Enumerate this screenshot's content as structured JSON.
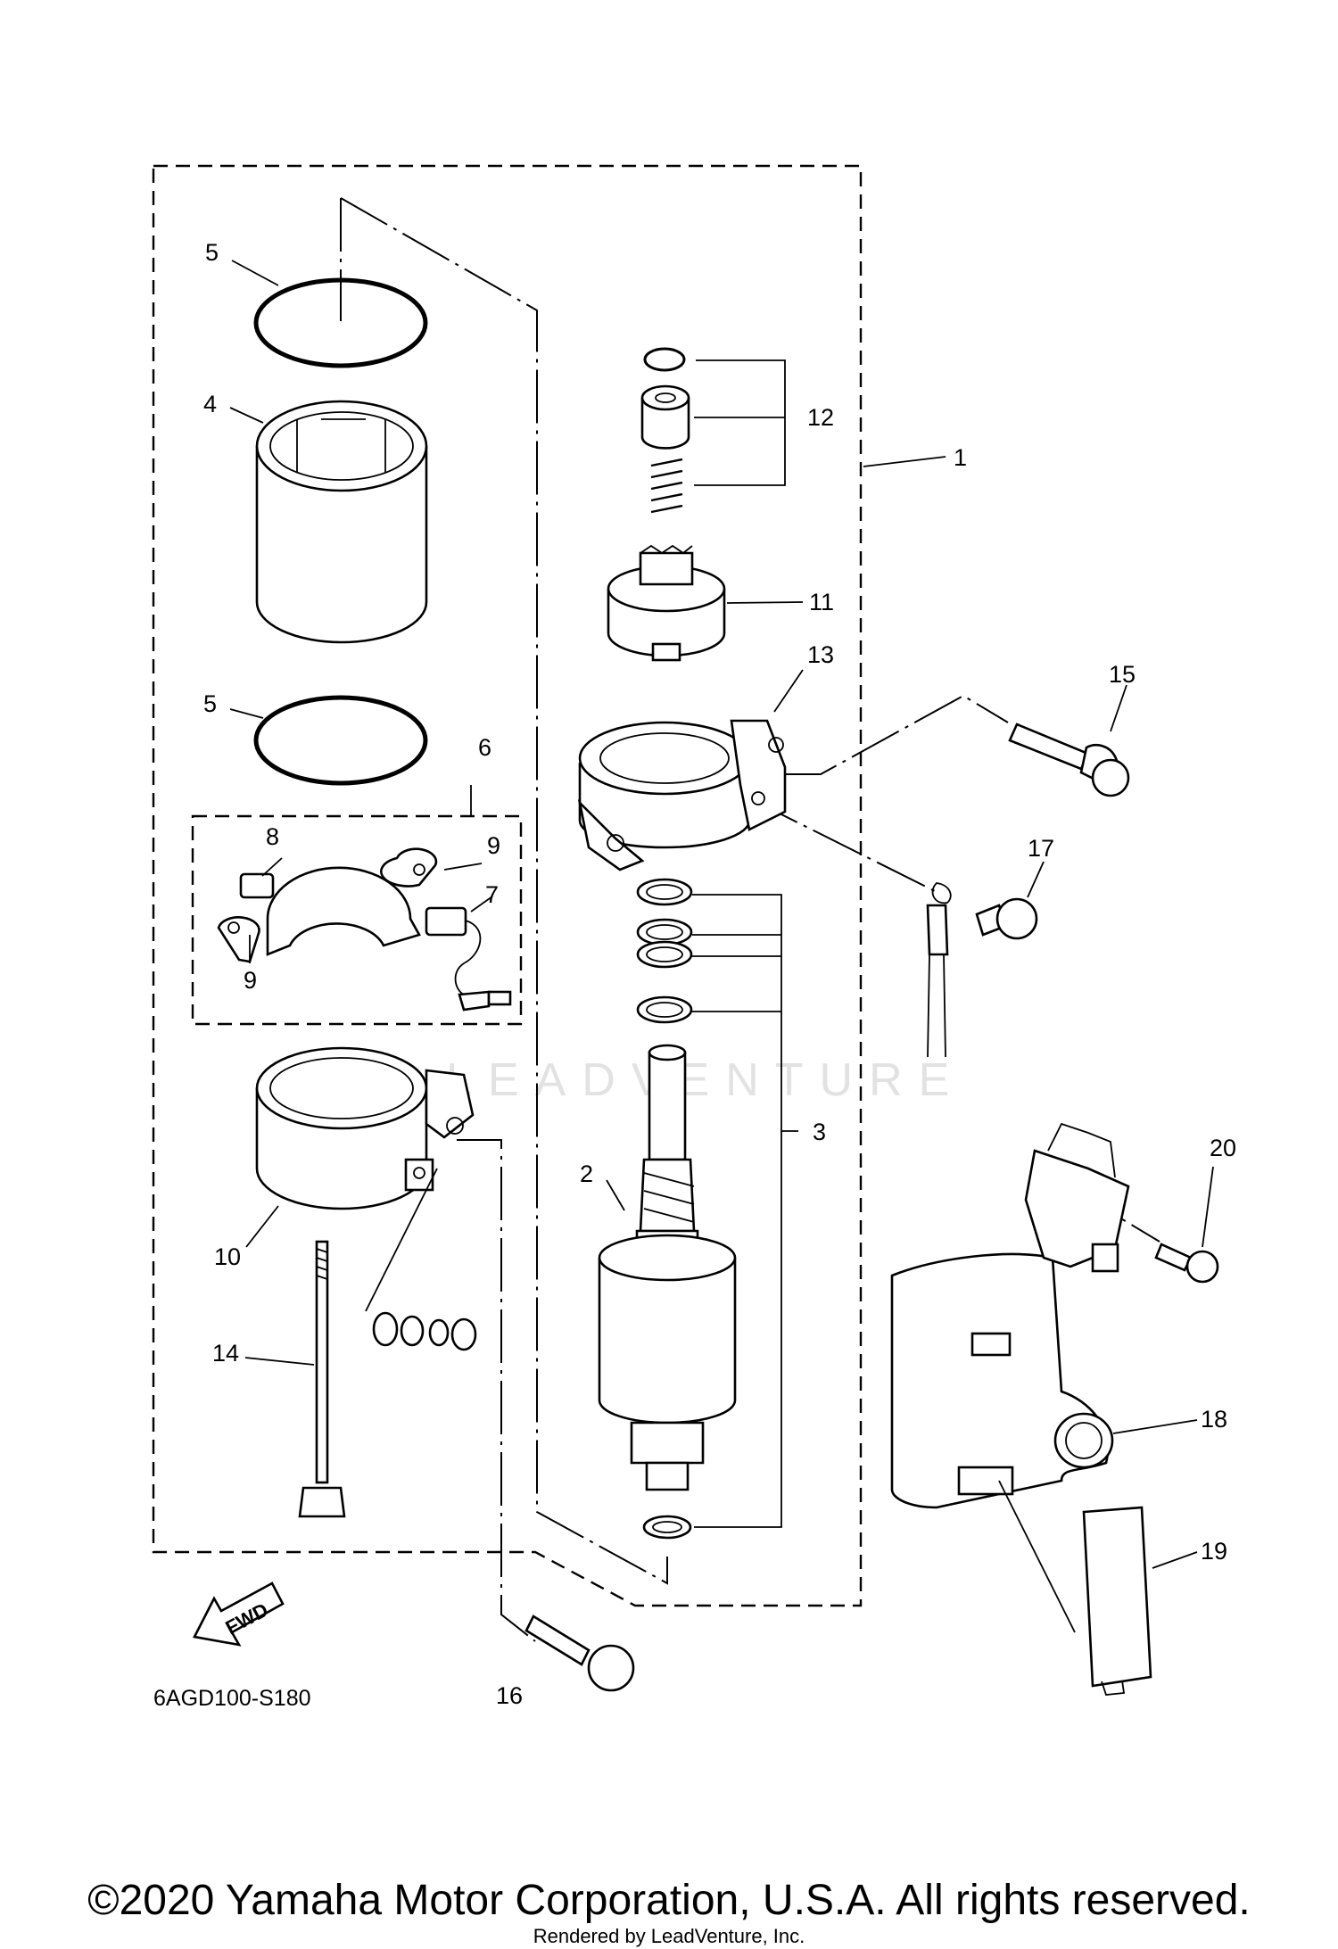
{
  "diagram": {
    "diagram_code": "6AGD100-S180",
    "fwd_label": "FWD",
    "watermark": "LEADVENTURE",
    "callouts": [
      "1",
      "2",
      "3",
      "4",
      "5",
      "6",
      "7",
      "8",
      "9",
      "10",
      "11",
      "12",
      "13",
      "14",
      "15",
      "16",
      "17",
      "18",
      "19",
      "20"
    ],
    "callout_5_second": "5",
    "callout_9_second": "9"
  },
  "footer": {
    "copyright": "©2020 Yamaha Motor Corporation, U.S.A. All rights reserved.",
    "rendered_by": "Rendered by LeadVenture, Inc."
  }
}
